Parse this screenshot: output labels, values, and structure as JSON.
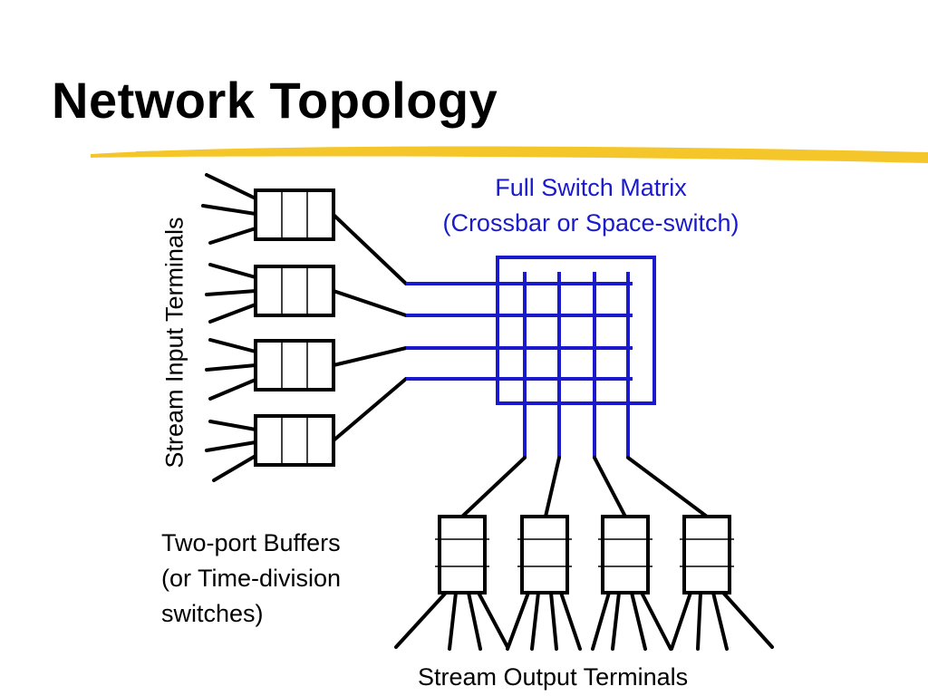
{
  "slide": {
    "title": "Network Topology",
    "accent_color": "#f5c62a",
    "matrix_color": "#1a1acc"
  },
  "diagram": {
    "matrix_label_line1": "Full Switch Matrix",
    "matrix_label_line2": "(Crossbar or Space-switch)",
    "input_label": "Stream Input Terminals",
    "buffer_label_line1": "Two-port Buffers",
    "buffer_label_line2": "(or Time-division",
    "buffer_label_line3": "switches)",
    "output_label": "Stream Output Terminals",
    "input_buffer_count": 4,
    "output_buffer_count": 4,
    "inputs_per_buffer": 3,
    "outputs_per_buffer": 4
  }
}
